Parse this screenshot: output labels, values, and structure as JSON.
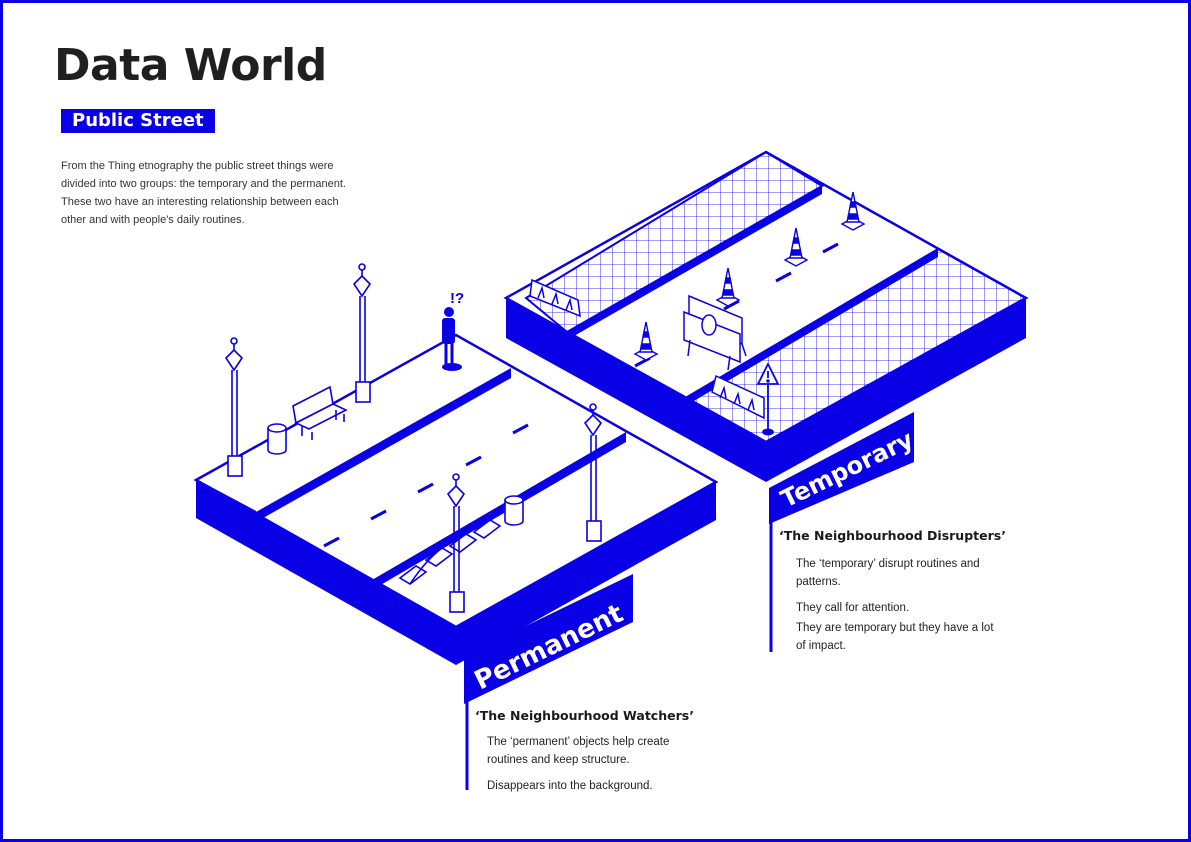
{
  "title": "Data World",
  "subtitle": "Public Street",
  "intro": "From the Thing etnography the public street things were divided into two groups: the temporary and the permanent. These two have an interesting relationship between each other and with people's daily routines.",
  "colors": {
    "accent": "#0a00e6",
    "text": "#1f1f1f",
    "background": "#ffffff"
  },
  "icons": [
    "lamp-post-icon",
    "bench-icon",
    "bin-icon",
    "bike-rack-icon",
    "person-icon",
    "traffic-cone-icon",
    "road-barrier-icon",
    "warning-sign-icon"
  ],
  "groups": {
    "permanent": {
      "label": "Permanent",
      "heading": "‘The Neighbourhood Watchers’",
      "lines": [
        "The ‘permanent’ objects help create routines and keep structure.",
        "Disappears into the background."
      ]
    },
    "temporary": {
      "label": "Temporary",
      "heading": "‘The Neighbourhood Disrupters’",
      "lines": [
        "The ‘temporary’ disrupt routines and patterns.",
        "They call for attention.",
        "They are temporary but they have a lot of impact."
      ]
    },
    "person_mark": "!?"
  }
}
